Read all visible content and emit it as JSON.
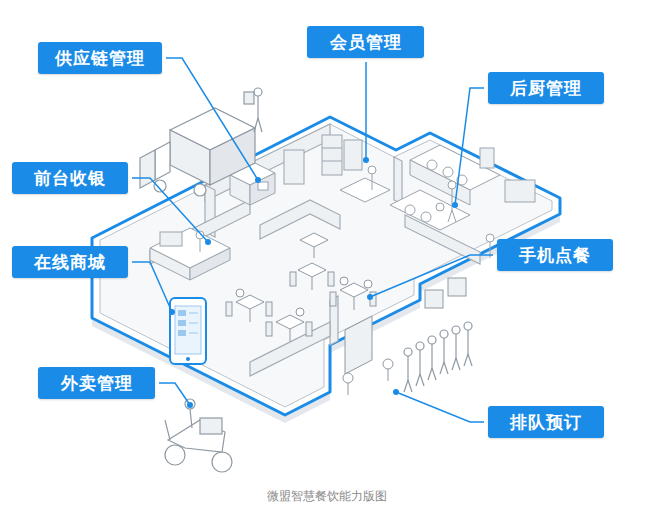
{
  "diagram": {
    "caption": "微盟智慧餐饮能力版图",
    "nodes": [
      {
        "text": [
          "会员管理"
        ]
      },
      {
        "text": [
          "供应链管理"
        ]
      },
      {
        "text": [
          "后厨管理"
        ]
      },
      {
        "text": [
          "前台收银"
        ]
      },
      {
        "text": [
          "手机点餐"
        ]
      },
      {
        "text": [
          "在线商城"
        ]
      },
      {
        "text": [
          "外卖管理"
        ]
      },
      {
        "text": [
          "排队预订"
        ]
      }
    ]
  }
}
